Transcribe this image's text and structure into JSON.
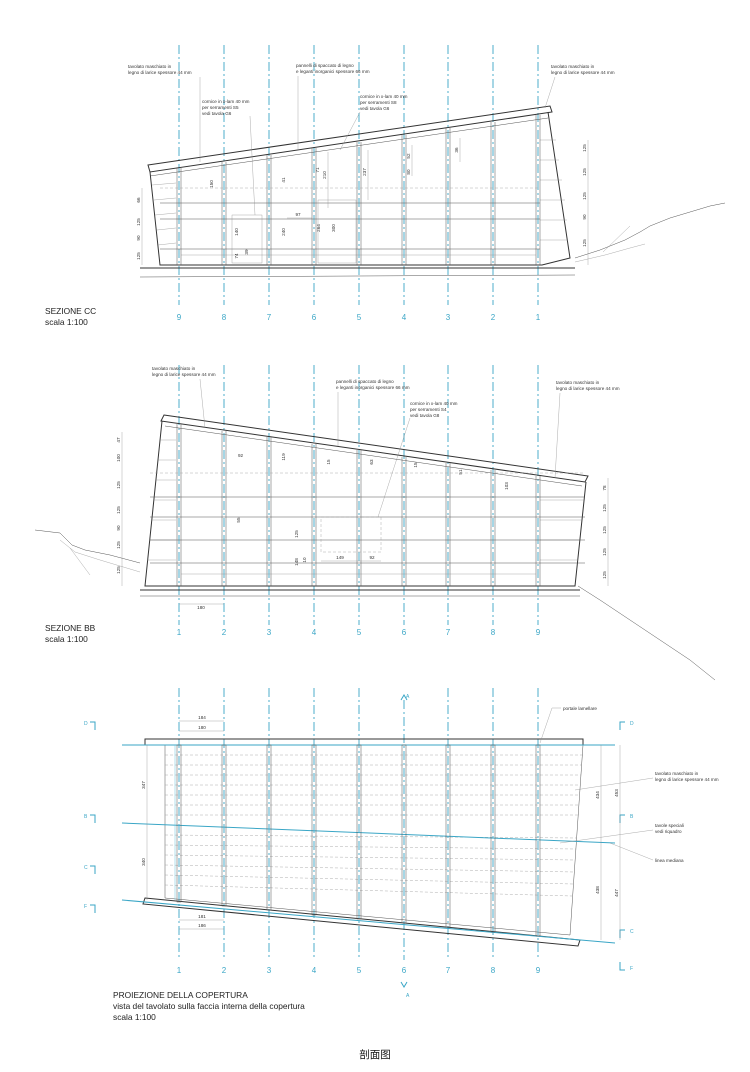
{
  "footer_title": "剖面图",
  "axis_labels_cc": [
    "9",
    "8",
    "7",
    "6",
    "5",
    "4",
    "3",
    "2",
    "1"
  ],
  "axis_labels_bb": [
    "1",
    "2",
    "3",
    "4",
    "5",
    "6",
    "7",
    "8",
    "9"
  ],
  "axis_labels_plan": [
    "1",
    "2",
    "3",
    "4",
    "5",
    "6",
    "7",
    "8",
    "9"
  ],
  "section_cc": {
    "title": "SEZIONE CC",
    "scale": "scala 1:100",
    "notes": {
      "left_top_1": "tavolato maschiato in",
      "left_top_2": "legno di larice spessore 44 mm",
      "center_1": "pannelli di spaccato di legno",
      "center_2": "e leganti inorganici spessore 66 mm",
      "cornice_a_1": "cornice in x-lam 40 mm",
      "cornice_a_2": "per serramenti S5",
      "cornice_a_3": "vedi tavola G6",
      "cornice_b_1": "cornice in x-lam 40 mm",
      "cornice_b_2": "per serramenti S8",
      "cornice_b_3": "vedi tavola G6",
      "right_top_1": "tavolato maschiato in",
      "right_top_2": "legno di larice spessore 44 mm"
    },
    "dims": [
      "66",
      "125",
      "90",
      "125",
      "125",
      "125",
      "125",
      "90",
      "125",
      "36",
      "52",
      "80",
      "237",
      "210",
      "71",
      "41",
      "97",
      "240",
      "264",
      "300",
      "140",
      "74",
      "39",
      "150"
    ]
  },
  "section_bb": {
    "title": "SEZIONE BB",
    "scale": "scala 1:100",
    "notes": {
      "left_top_1": "tavolato maschiato in",
      "left_top_2": "legno di larice spessore 44 mm",
      "center_1": "pannelli di spaccato di legno",
      "center_2": "e leganti inorganici spessore 66 mm",
      "cornice_1": "cornice in x-lam 40 mm",
      "cornice_2": "per serramenti S4",
      "cornice_3": "vedi tavola G8",
      "right_top_1": "tavolato maschiato in",
      "right_top_2": "legno di larice spessore 44 mm"
    },
    "dims": [
      "47",
      "100",
      "125",
      "125",
      "90",
      "125",
      "125",
      "78",
      "92",
      "119",
      "63",
      "51",
      "103",
      "55",
      "125",
      "148",
      "10",
      "149",
      "92",
      "180",
      "15"
    ]
  },
  "plan": {
    "title": "PROIEZIONE  DELLA COPERTURA",
    "subtitle": "vista del tavolato sulla faccia interna della copertura",
    "scale": "scala 1:100",
    "notes": {
      "portale": "portale lamellare",
      "tavolato_1": "tavolato maschiato in",
      "tavolato_2": "legno di larice spessore 44 mm",
      "speciali_1": "tavole speciali",
      "speciali_2": "vedi riquadro",
      "mediana": "linea mediana"
    },
    "dims": [
      "184",
      "180",
      "347",
      "340",
      "181",
      "186",
      "434",
      "453",
      "438",
      "447"
    ],
    "section_marks": [
      "D",
      "B",
      "C",
      "F",
      "A",
      "D",
      "B",
      "C",
      "F",
      "A"
    ]
  }
}
